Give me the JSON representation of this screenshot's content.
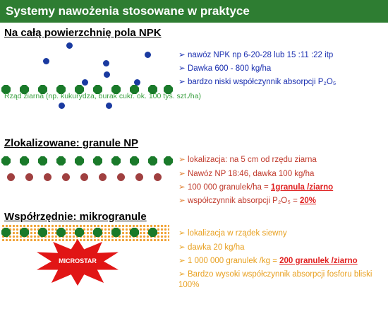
{
  "title": "Systemy nawożenia stosowane w praktyce",
  "sections": [
    {
      "heading": "Na całą powierzchnię pola NPK",
      "row_caption": "Rząd ziarna (np. kukurydza, burak cukr. ok. 100 tyś. szt./ha)",
      "bullets": [
        "nawóz NPK np 6-20-28 lub 15 :11 :22 itp",
        "Dawka 600 - 800 kg/ha",
        "bardzo niski współczynnik absorpcji P₂O₅"
      ]
    },
    {
      "heading": "Zlokalizowane: granule NP",
      "bullets": [
        {
          "text": "lokalizacja: na 5 cm od rzędu ziarna"
        },
        {
          "text": "Nawóz NP 18:46,  dawka 100 kg/ha"
        },
        {
          "text": "100 000 granulek/ha = ",
          "highlight": "1granula /ziarno"
        },
        {
          "text": "współczynnik absorpcji P₂O₅ = ",
          "highlight": "20%"
        }
      ]
    },
    {
      "heading": "Współrzędnie:  mikrogranule",
      "badge": "MICROSTAR",
      "bullets": [
        {
          "text": "lokalizacja w rządek siewny"
        },
        {
          "text": "dawka 20 kg/ha"
        },
        {
          "text": "1 000 000 granulek /kg = ",
          "highlight": "200 granulek /ziarno"
        },
        {
          "text": "Bardzo wysoki współczynnik absorpcji  fosforu bliski",
          "text2": "100%"
        }
      ]
    }
  ],
  "colors": {
    "title_bg": "#2e7d32",
    "seed": "#1a7a2a",
    "npk_granule": "#1a3aa0",
    "np_granule": "#a04040",
    "microgranule": "#f0a030",
    "badge": "#e11515"
  }
}
